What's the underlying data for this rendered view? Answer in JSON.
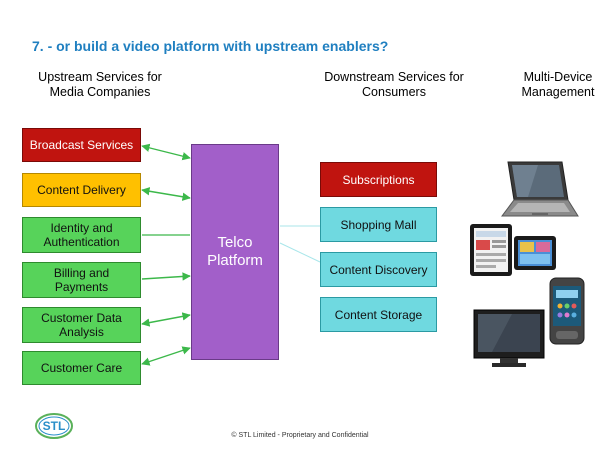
{
  "slide": {
    "title": "7. - or build a video platform with upstream enablers?",
    "upstream_header": "Upstream Services for\nMedia Companies",
    "downstream_header": "Downstream Services for\nConsumers",
    "multidevice_header": "Multi-Device\nManagement",
    "platform_label": "Telco\nPlatform",
    "footer": "© STL Limited  -  Proprietary and Confidential",
    "logo_text": "STL"
  },
  "upstream_services": [
    {
      "label": "Broadcast Services",
      "color": "#c0140f"
    },
    {
      "label": "Content Delivery",
      "color": "#ffc000"
    },
    {
      "label": "Identity and\nAuthentication",
      "color": "#57d35a"
    },
    {
      "label": "Billing and\nPayments",
      "color": "#57d35a"
    },
    {
      "label": "Customer Data\nAnalysis",
      "color": "#57d35a"
    },
    {
      "label": "Customer Care",
      "color": "#57d35a"
    }
  ],
  "downstream_services": [
    {
      "label": "Subscriptions",
      "color": "#c0140f"
    },
    {
      "label": "Shopping Mall",
      "color": "#6fd9e0"
    },
    {
      "label": "Content Discovery",
      "color": "#6fd9e0"
    },
    {
      "label": "Content Storage",
      "color": "#6fd9e0"
    }
  ],
  "devices": [
    "laptop-icon",
    "tablet-icon",
    "smartphone-icon",
    "tv-icon"
  ]
}
